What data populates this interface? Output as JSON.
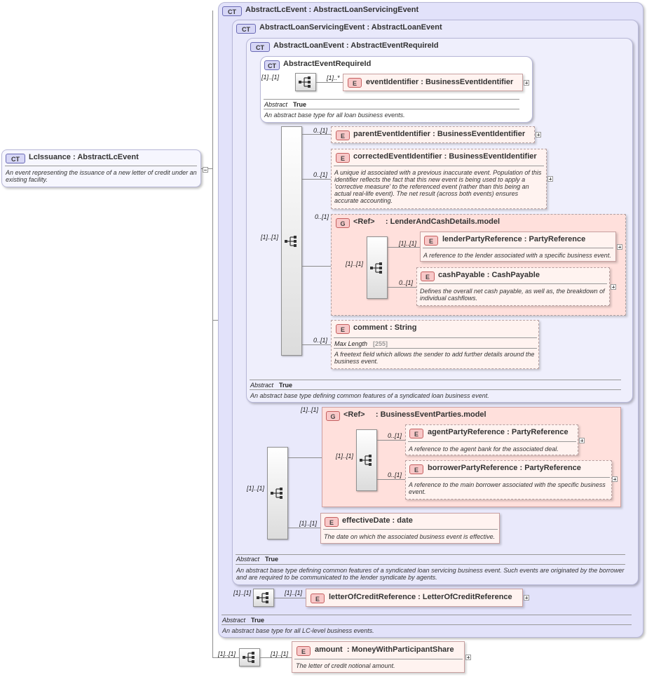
{
  "root": {
    "badge": "CT",
    "name": "LcIssuance",
    "type": "AbstractLcEvent",
    "desc": "An event representing the issuance of a new letter of credit under an existing facility."
  },
  "sep": ":",
  "ct1": {
    "badge": "CT",
    "name": "AbstractLcEvent",
    "type": "AbstractLoanServicingEvent",
    "abstract_label": "Abstract",
    "abstract_value": "True",
    "desc": "An abstract base type for all LC-level business events."
  },
  "ct2": {
    "badge": "CT",
    "name": "AbstractLoanServicingEvent",
    "type": "AbstractLoanEvent",
    "abstract_label": "Abstract",
    "abstract_value": "True",
    "desc": "An abstract base type defining common features of a syndicated loan servicing business event. Such events are originated by the borrower and are required to be communicated to the lender syndicate by agents."
  },
  "ct3": {
    "badge": "CT",
    "name": "AbstractLoanEvent",
    "type": "AbstractEventRequireId",
    "abstract_label": "Abstract",
    "abstract_value": "True",
    "desc": "An abstract base type defining common features of a syndicated loan business event."
  },
  "ct4": {
    "badge": "CT",
    "name": "AbstractEventRequireId",
    "abstract_label": "Abstract",
    "abstract_value": "True",
    "desc": "An abstract base type for all loan business events."
  },
  "elements": {
    "eventIdentifier": {
      "badge": "E",
      "name": "eventIdentifier",
      "type": "BusinessEventIdentifier",
      "card": "[1]..*"
    },
    "parentEventIdentifier": {
      "badge": "E",
      "name": "parentEventIdentifier",
      "type": "BusinessEventIdentifier",
      "card": "0..[1]"
    },
    "correctedEventIdentifier": {
      "badge": "E",
      "name": "correctedEventIdentifier",
      "type": "BusinessEventIdentifier",
      "card": "0..[1]",
      "desc": "A unique id associated with a previous inaccurate event. Population of this identifier reflects the fact that this new event is being used to apply a 'corrective measure' to the referenced event (rather than this being an actual real-life event). The net result (across both events) ensures accurate accounting."
    },
    "lenderPartyReference": {
      "badge": "E",
      "name": "lenderPartyReference",
      "type": "PartyReference",
      "card": "[1]..[1]",
      "desc": "A reference to the lender associated with a specific business event."
    },
    "cashPayable": {
      "badge": "E",
      "name": "cashPayable",
      "type": "CashPayable",
      "card": "0..[1]",
      "desc": "Defines the overall net cash payable, as well as, the breakdown of individual cashflows."
    },
    "comment": {
      "badge": "E",
      "name": "comment",
      "type": "String",
      "card": "0..[1]",
      "facet_label": "Max Length",
      "facet_value": "[255]",
      "desc": "A freetext field which allows the sender to add further details around the business event."
    },
    "agentPartyReference": {
      "badge": "E",
      "name": "agentPartyReference",
      "type": "PartyReference",
      "card": "0..[1]",
      "desc": "A reference to the agent bank for the associated deal."
    },
    "borrowerPartyReference": {
      "badge": "E",
      "name": "borrowerPartyReference",
      "type": "PartyReference",
      "card": "0..[1]",
      "desc": "A reference to the main borrower associated with the specific business event."
    },
    "effectiveDate": {
      "badge": "E",
      "name": "effectiveDate",
      "type": "date",
      "card": "[1]..[1]",
      "desc": "The date on which the associated business event is effective."
    },
    "letterOfCreditReference": {
      "badge": "E",
      "name": "letterOfCreditReference",
      "type": "LetterOfCreditReference",
      "card": "[1]..[1]"
    },
    "amount": {
      "badge": "E",
      "name": "amount",
      "type": "MoneyWithParticipantShare",
      "card": "[1]..[1]",
      "desc": "The letter of credit notional amount."
    }
  },
  "groups": {
    "lenderAndCash": {
      "badge": "G",
      "ref": "<Ref>",
      "type": "LenderAndCashDetails.model",
      "card": "0..[1]",
      "inner_card": "[1]..[1]"
    },
    "parties": {
      "badge": "G",
      "ref": "<Ref>",
      "type": "BusinessEventParties.model",
      "card": "[1]..[1]",
      "inner_card": "[1]..[1]"
    }
  },
  "sequences": {
    "ct4_seq": "[1]..[1]",
    "ct3_seq": "[1]..[1]",
    "ct2_seq": "[1]..[1]",
    "ct1_seq": "[1]..[1]",
    "root_seq": "[1]..[1]"
  }
}
